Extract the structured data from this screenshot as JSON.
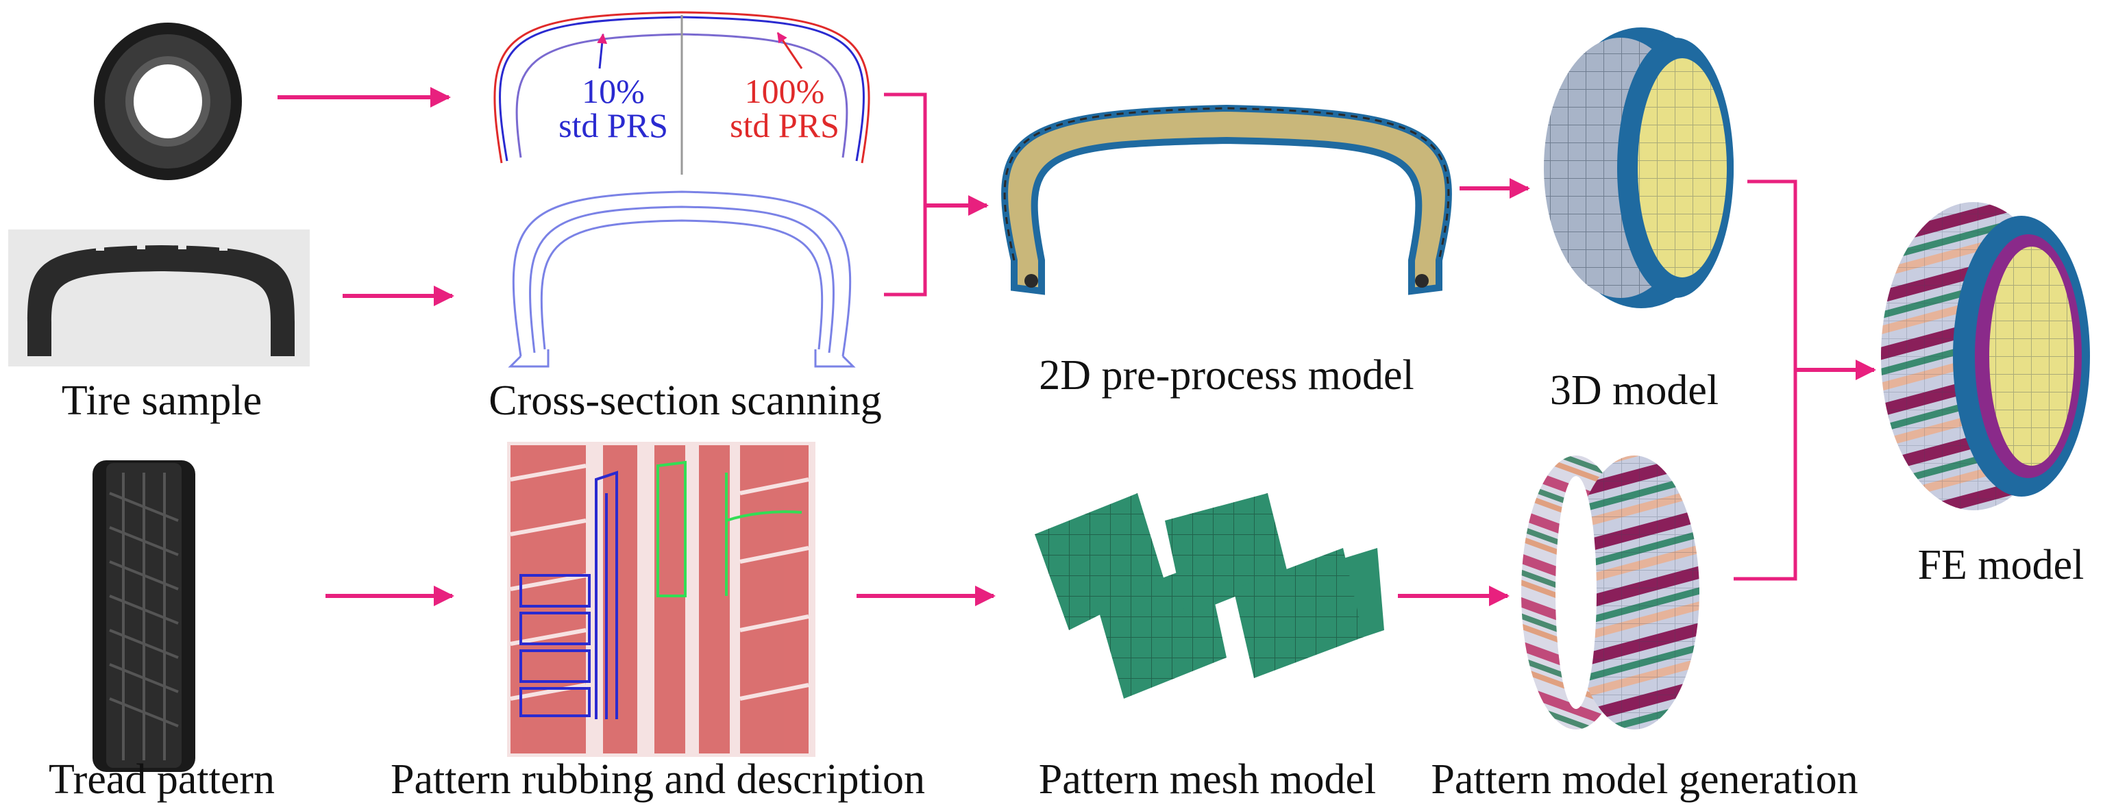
{
  "labels": {
    "tire_sample": "Tire sample",
    "cross_section_scanning": "Cross-section scanning",
    "pre_process_2d": "2D pre-process model",
    "model_3d": "3D model",
    "fe_model": "FE model",
    "tread_pattern": "Tread pattern",
    "pattern_rubbing": "Pattern rubbing and description",
    "pattern_mesh": "Pattern mesh model",
    "pattern_generation": "Pattern model generation"
  },
  "annotations": {
    "low_pct": "10%",
    "low_label": "std PRS",
    "high_pct": "100%",
    "high_label": "std PRS"
  },
  "colors": {
    "arrow": "#e8207e",
    "low_pressure": "#2a2ad0",
    "high_pressure": "#e02a2a",
    "mesh_green": "#2e8f6e",
    "tire_blue": "#1f6aa0",
    "rubbing_red": "#d24a4a"
  }
}
